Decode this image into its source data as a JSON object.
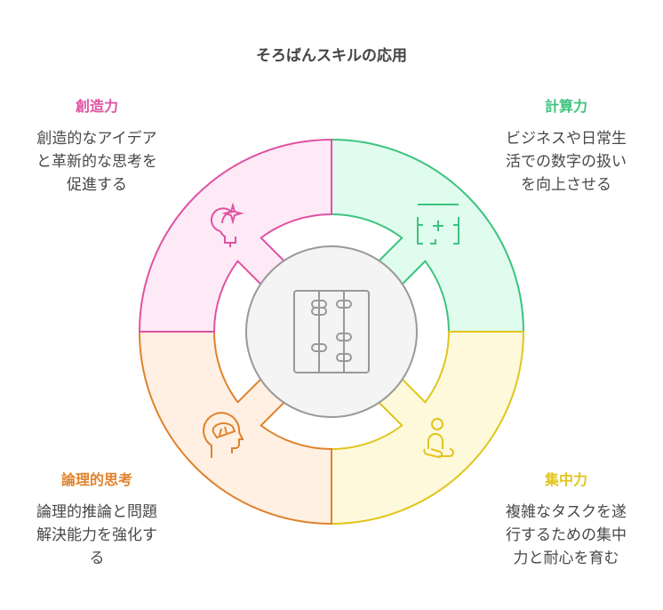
{
  "title": "そろばんスキルの応用",
  "sections": [
    {
      "id": "calc",
      "label": "計算力",
      "lines": [
        "ビジネスや日常生",
        "活での数字の扱い",
        "を向上させる"
      ],
      "icon": "calculator-icon",
      "stroke": "#3cc37e",
      "fill": "#e0fcee"
    },
    {
      "id": "focus",
      "label": "集中力",
      "lines": [
        "複雑なタスクを遂",
        "行するための集中",
        "力と耐心を育む"
      ],
      "icon": "meditation-person-icon",
      "stroke": "#e1c51c",
      "fill": "#fef9db"
    },
    {
      "id": "logic",
      "label": "論理的思考",
      "lines": [
        "論理的推論と問題",
        "解決能力を強化す",
        "る"
      ],
      "icon": "brain-head-icon",
      "stroke": "#e0822c",
      "fill": "#fff0e3"
    },
    {
      "id": "creative",
      "label": "創造力",
      "lines": [
        "創造的なアイデア",
        "と革新的な思考を",
        "促進する"
      ],
      "icon": "lightbulb-sparkle-icon",
      "stroke": "#e052a2",
      "fill": "#fdeaf6"
    }
  ],
  "center": {
    "icon": "abacus-icon",
    "stroke": "#999999",
    "fill": "#f4f4f4"
  }
}
